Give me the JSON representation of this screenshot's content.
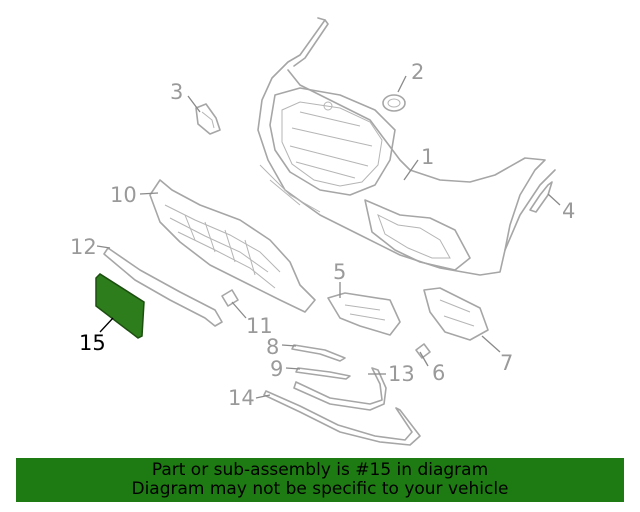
{
  "callouts": {
    "c1": "1",
    "c2": "2",
    "c3": "3",
    "c4": "4",
    "c5": "5",
    "c6": "6",
    "c7": "7",
    "c8": "8",
    "c9": "9",
    "c10": "10",
    "c11": "11",
    "c12": "12",
    "c13": "13",
    "c14": "14",
    "c15": "15"
  },
  "highlighted_part": "15",
  "colors": {
    "highlight_part": "#2e7d1c",
    "banner": "#1e7a12",
    "line_art": "#a6a6a6"
  },
  "banner": {
    "line1": "Part or sub-assembly is #15 in diagram",
    "line2": "Diagram may not be specific to your vehicle"
  }
}
